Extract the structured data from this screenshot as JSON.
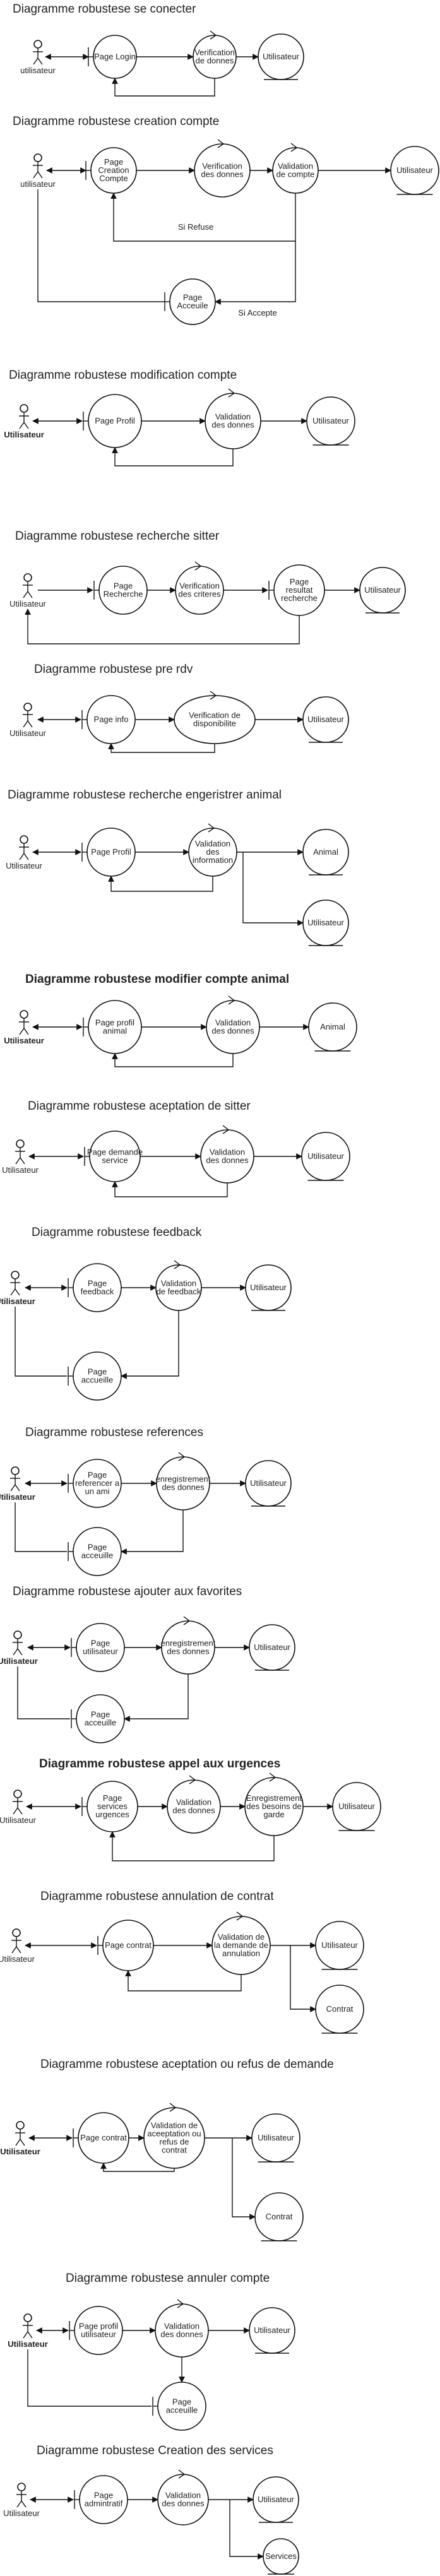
{
  "diagrams": [
    {
      "title": "Diagramme robustese se conecter",
      "actor": "utilisateur",
      "nodes": [
        "Page Login",
        "Verification de donnes",
        "Utilisateur"
      ],
      "edges": [
        "",
        ""
      ]
    },
    {
      "title": "Diagramme robustese creation compte",
      "actor": "utilisateur",
      "nodes": [
        "Page Creation Compte",
        "Verification des donnes",
        "Validation de compte",
        "Utilisateur",
        "Page Acceuile"
      ],
      "edges": [
        "Si Refuse",
        "Si Accepte"
      ]
    },
    {
      "title": "Diagramme robustese modification compte",
      "actor": "Utilisateur",
      "nodes": [
        "Page Profil",
        "Validation des donnes",
        "Utilisateur"
      ],
      "edges": []
    },
    {
      "title": "Diagramme robustese recherche sitter",
      "actor": "Utilisateur",
      "nodes": [
        "Page Recherche",
        "Verification des criteres",
        "Page resultat recherche",
        "Utilisateur"
      ],
      "edges": []
    },
    {
      "title": "Diagramme robustese pre rdv",
      "actor": "Utilisateur",
      "nodes": [
        "Page info",
        "Verification de disponibilite",
        "Utilisateur"
      ],
      "edges": []
    },
    {
      "title": "Diagramme robustese recherche engeristrer animal",
      "actor": "Utilisateur",
      "nodes": [
        "Page Profil",
        "Validation des information",
        "Animal",
        "Utilisateur"
      ],
      "edges": []
    },
    {
      "title": "Diagramme robustese modifier compte animal",
      "actor": "Utilisateur",
      "nodes": [
        "Page profil animal",
        "Validation des donnes",
        "Animal"
      ],
      "edges": []
    },
    {
      "title": "Diagramme robustese aceptation de sitter",
      "actor": "Utilisateur",
      "nodes": [
        "Page demande service",
        "Validation des donnes",
        "Utilisateur"
      ],
      "edges": []
    },
    {
      "title": "Diagramme robustese feedback",
      "actor": "Utilisateur",
      "nodes": [
        "Page feedback",
        "Validation de feedback",
        "Utilisateur",
        "Page accueille"
      ],
      "edges": []
    },
    {
      "title": "Diagramme robustese references",
      "actor": "Utilisateur",
      "nodes": [
        "Page referencer a un ami",
        "enregistrement des donnes",
        "Utilisateur",
        "Page acceuille"
      ],
      "edges": []
    },
    {
      "title": "Diagramme robustese ajouter aux favorites",
      "actor": "Utilisateur",
      "nodes": [
        "Page utilisateur",
        "enregistrement des donnes",
        "Utilisateur",
        "Page acceuille"
      ],
      "edges": []
    },
    {
      "title": "Diagramme robustese appel aux urgences",
      "actor": "Utilisateur",
      "nodes": [
        "Page services urgences",
        "Validation des donnes",
        "Enregistrement des besoins de garde",
        "Utilisateur"
      ],
      "edges": []
    },
    {
      "title": "Diagramme robustese annulation de contrat",
      "actor": "Utilisateur",
      "nodes": [
        "Page contrat",
        "Validation de la demande de annulation",
        "Utilisateur",
        "Contrat"
      ],
      "edges": []
    },
    {
      "title": "Diagramme robustese aceptation ou refus de demande",
      "actor": "Utilisateur",
      "nodes": [
        "Page contrat",
        "Validation de aceeptation ou refus de contrat",
        "Utilisateur",
        "Contrat"
      ],
      "edges": []
    },
    {
      "title": "Diagramme robustese annuler compte",
      "actor": "Utilisateur",
      "nodes": [
        "Page profil utilisateur",
        "Validation des donnes",
        "Utilisateur",
        "Page acceuille"
      ],
      "edges": []
    },
    {
      "title": "Diagramme robustese Creation des services",
      "actor": "Utilisateur",
      "nodes": [
        "Page admintratif",
        "Validation des donnes",
        "Utilisateur",
        "Services"
      ],
      "edges": []
    }
  ]
}
